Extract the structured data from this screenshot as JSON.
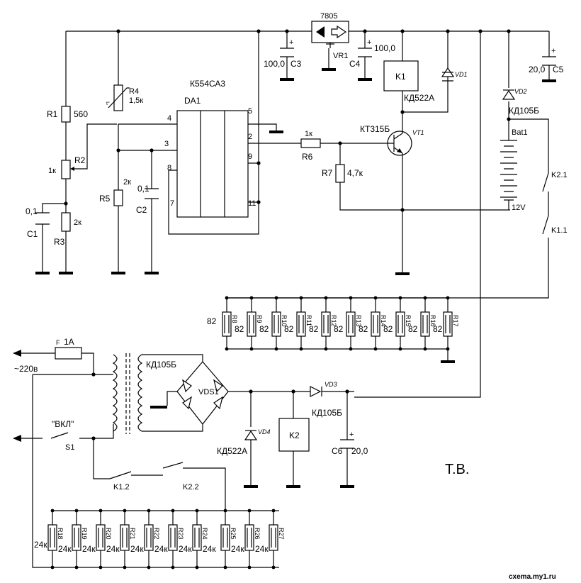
{
  "regulator": {
    "name": "7805",
    "ref": "VR1",
    "c3_val": "100,0",
    "c3_ref": "C3",
    "c4_val": "100,0",
    "c4_ref": "C4"
  },
  "comparator": {
    "type": "К554СА3",
    "ref": "DA1",
    "pins": [
      "4",
      "3",
      "8",
      "7",
      "5",
      "2",
      "9",
      "11"
    ]
  },
  "r1": {
    "ref": "R1",
    "val": "560"
  },
  "r2": {
    "ref": "R2",
    "val": "1к"
  },
  "r3": {
    "ref": "R3",
    "val": "2к"
  },
  "r4": {
    "ref": "R4",
    "val": "1,5к",
    "sym": "t°"
  },
  "r5": {
    "ref": "R5",
    "val": "2к"
  },
  "r6": {
    "ref": "R6",
    "val": "1к"
  },
  "r7": {
    "ref": "R7",
    "val": "4,7к"
  },
  "c1": {
    "ref": "C1",
    "val": "0,1"
  },
  "c2": {
    "ref": "C2",
    "val": "0,1"
  },
  "c5": {
    "ref": "C5",
    "val": "20,0"
  },
  "c6": {
    "ref": "C6",
    "val": "20,0"
  },
  "vt1": {
    "type": "КТ315Б",
    "ref": "VT1"
  },
  "k1": {
    "ref": "K1"
  },
  "k2": {
    "ref": "K2"
  },
  "vd1": {
    "ref": "VD1",
    "type": "КД522А"
  },
  "vd2": {
    "ref": "VD2",
    "type": "КД105Б"
  },
  "vd3": {
    "ref": "VD3",
    "type": "КД105Б"
  },
  "vd4": {
    "ref": "VD4",
    "type": "КД522А"
  },
  "vds1": {
    "ref": "VDS1",
    "type": "КД105Б"
  },
  "battery": {
    "ref": "Bat1",
    "val": "12V"
  },
  "contacts": {
    "k21": "K2.1",
    "k11": "K1.1",
    "k12": "K1.2",
    "k22": "K2.2"
  },
  "load_bank_upper": {
    "refs": [
      "R8",
      "R9",
      "R10",
      "R11",
      "R12",
      "R13",
      "R14",
      "R15",
      "R16",
      "R17"
    ],
    "vals": [
      "82",
      "82",
      "82",
      "82",
      "82",
      "82",
      "82",
      "82",
      "82",
      "82"
    ]
  },
  "load_bank_lower": {
    "refs": [
      "R18",
      "R19",
      "R20",
      "R21",
      "R22",
      "R23",
      "R24",
      "R25",
      "R26",
      "R27"
    ],
    "vals": [
      "24к",
      "24к",
      "24к",
      "24к",
      "24к",
      "24к",
      "24к",
      "24к",
      "24к",
      "24к"
    ]
  },
  "mains": {
    "label": "~220в",
    "fuse_letter": "F",
    "fuse_val": "1A",
    "switch_label": "\"ВКЛ\"",
    "switch_ref": "S1"
  },
  "author": "Т.В.",
  "watermark": "cxema.my1.ru"
}
